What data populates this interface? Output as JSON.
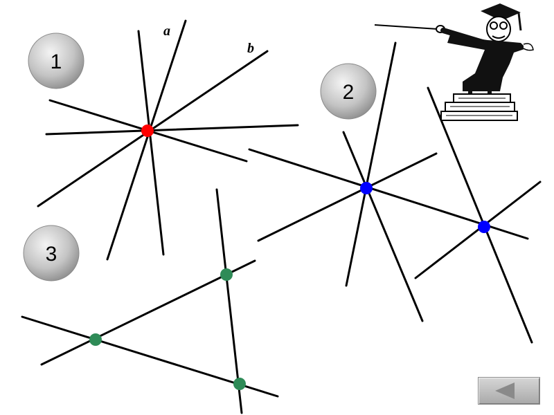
{
  "groups": [
    {
      "number": "1",
      "point_color": "#ff0000"
    },
    {
      "number": "2",
      "point_color": "#0000ff"
    },
    {
      "number": "3",
      "point_color": "#2e8b57"
    }
  ],
  "line_labels": {
    "a": "a",
    "b": "b"
  },
  "colors": {
    "line": "#000000",
    "badge_light": "#f0f0f0",
    "badge_dark": "#8c8c8c",
    "button": "#b5b5b5",
    "arrow": "#8a8a8a"
  },
  "icons": {
    "back": "back-arrow-icon",
    "mascot": "teacher-with-pointer-icon"
  }
}
